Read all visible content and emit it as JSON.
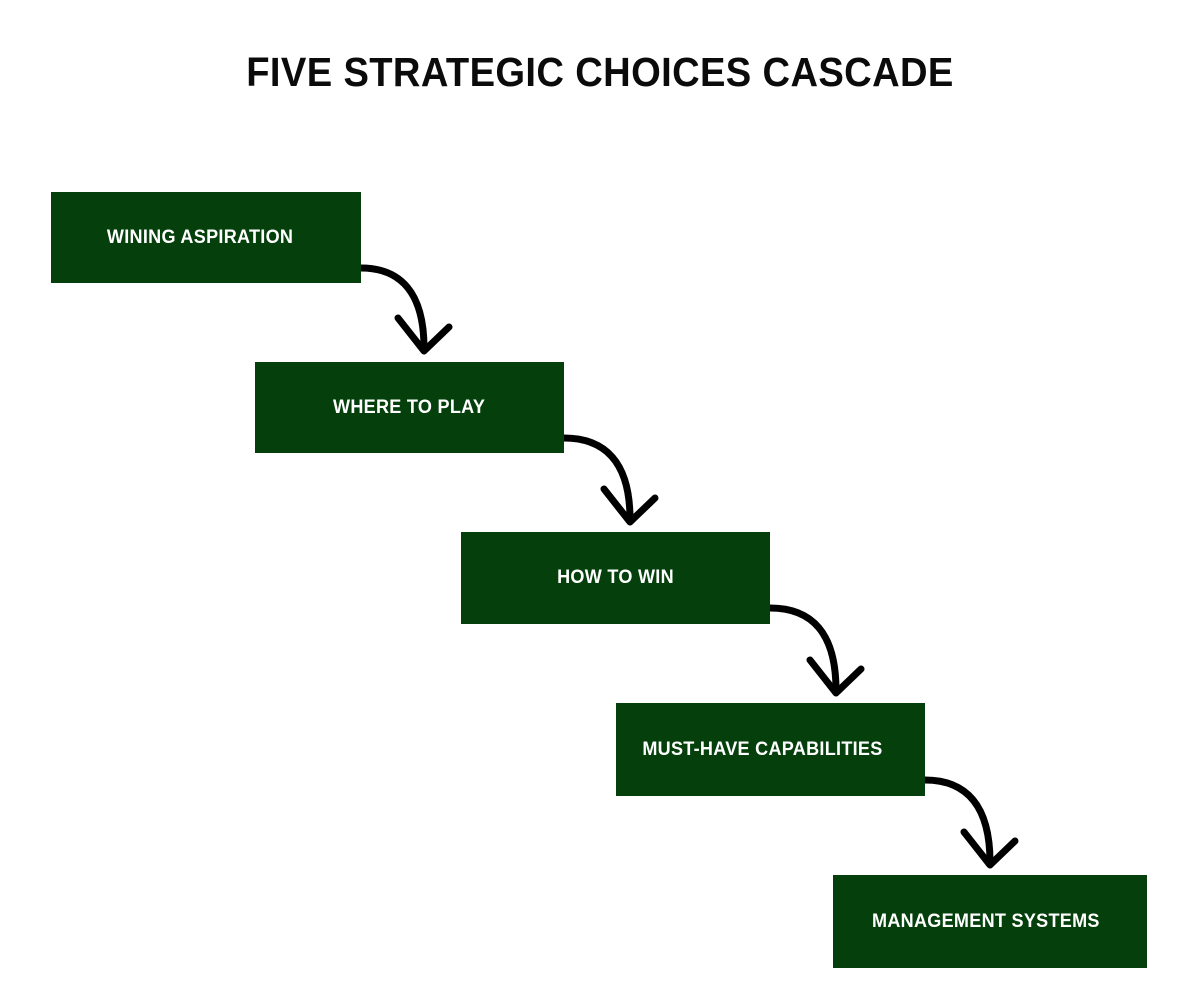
{
  "title": "FIVE STRATEGIC CHOICES CASCADE",
  "colors": {
    "box_fill": "#05400C",
    "box_text": "#ffffff",
    "arrow": "#000000",
    "title_text": "#0b0b0b",
    "background": "#ffffff"
  },
  "steps": [
    {
      "label": "WINING ASPIRATION"
    },
    {
      "label": "WHERE TO PLAY"
    },
    {
      "label": "HOW TO WIN"
    },
    {
      "label": "MUST-HAVE CAPABILITIES"
    },
    {
      "label": "MANAGEMENT SYSTEMS"
    }
  ],
  "connectors": [
    {
      "from": "WINING ASPIRATION",
      "to": "WHERE TO PLAY"
    },
    {
      "from": "WHERE TO PLAY",
      "to": "HOW TO WIN"
    },
    {
      "from": "HOW TO WIN",
      "to": "MUST-HAVE CAPABILITIES"
    },
    {
      "from": "MUST-HAVE CAPABILITIES",
      "to": "MANAGEMENT SYSTEMS"
    }
  ]
}
